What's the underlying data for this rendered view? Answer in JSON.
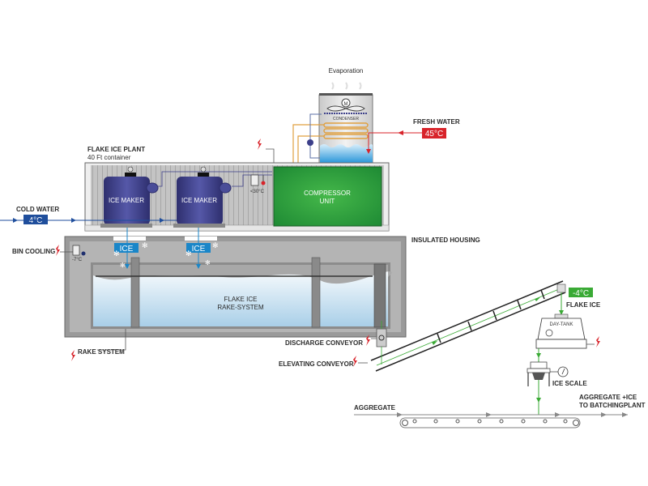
{
  "labels": {
    "evaporation": "Evaporation",
    "condenser": "CONDENSER",
    "fresh_water": "FRESH WATER",
    "fresh_water_temp": "45°C",
    "plant_title": "FLAKE ICE PLANT",
    "plant_subtitle": "40 Ft container",
    "ice_maker_1": "ICE MAKER",
    "ice_maker_2": "ICE MAKER",
    "container_temp": "<30°C",
    "compressor_line1": "COMPRESSOR",
    "compressor_line2": "UNIT",
    "cold_water": "COLD WATER",
    "cold_water_temp": "4°C",
    "bin_cooling": "BIN COOLING",
    "bin_temp": "-7°C",
    "ice_1": "ICE",
    "ice_2": "ICE",
    "insulated_housing": "INSULATED HOUSING",
    "rake_line1": "FLAKE ICE",
    "rake_line2": "RAKE-SYSTEM",
    "rake_system": "RAKE SYSTEM",
    "discharge_conveyor": "DISCHARGE CONVEYOR",
    "elevating_conveyor": "ELEVATING CONVEYOR",
    "flake_ice_temp": "-4°C",
    "flake_ice": "FLAKE ICE",
    "day_tank": "DAY-TANK",
    "ice_scale": "ICE SCALE",
    "aggregate": "AGGREGATE",
    "output_line1": "AGGREGATE +ICE",
    "output_line2": "TO BATCHINGPLANT"
  },
  "colors": {
    "water_blue": "#1f4e9c",
    "ice_blue": "#1a86c8",
    "hot_red": "#d8232a",
    "compressor_green": "#2aa040",
    "flake_green": "#3aaa35",
    "ice_maker_purple": "#3c3f8a",
    "pipe_orange": "#e0a040",
    "housing_gray": "#9a9a9a"
  }
}
